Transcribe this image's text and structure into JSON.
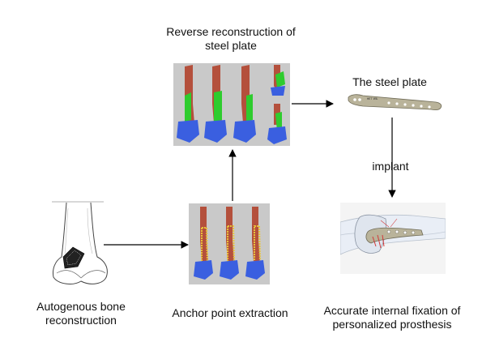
{
  "labels": {
    "reverse_reconstruction": "Reverse reconstruction of\nsteel plate",
    "steel_plate": "The steel plate",
    "implant": "implant",
    "autogenous": "Autogenous bone\nreconstruction",
    "anchor": "Anchor point extraction",
    "accurate": "Accurate internal fixation of\npersonalized prosthesis"
  },
  "plate_engraving": "ᴴᴱᵀ ᵂᴵᴸ",
  "colors": {
    "bone_shaft": "#b4503c",
    "bone_shadow": "#7a2e22",
    "joint_blue": "#3a5fe0",
    "plate_green": "#2ecc2e",
    "anchor_yellow": "#e8c23a",
    "panel_bg": "#c9c9c9",
    "plate_steel": "#b9b39a"
  }
}
